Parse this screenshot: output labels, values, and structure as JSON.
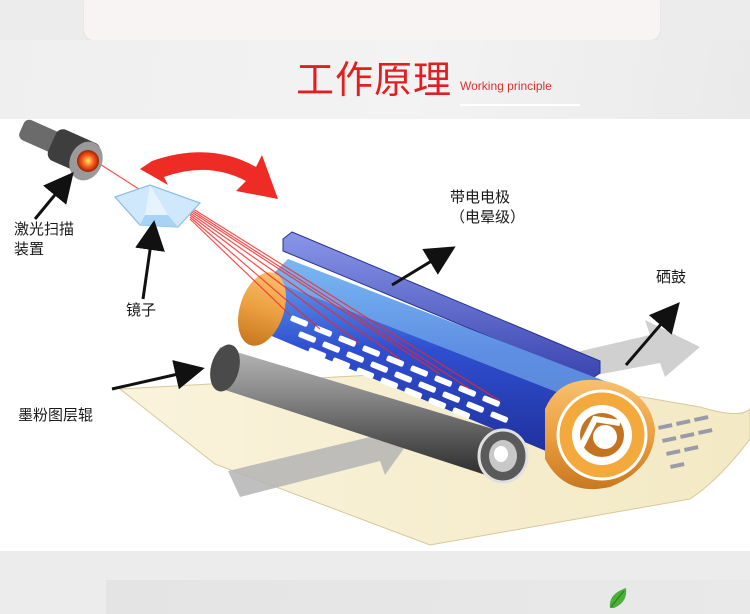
{
  "title": {
    "chinese": "工作原理",
    "english": "Working principle"
  },
  "labels": {
    "laser_line1": "激光扫描",
    "laser_line2": "装置",
    "mirror": "镜子",
    "charger_line1": "带电电极",
    "charger_line2": "（电晕级）",
    "drum": "硒鼓",
    "toner_roller": "墨粉图层辊"
  },
  "colors": {
    "title_red": "#e02020",
    "laser_red": "#ff2020",
    "drum_orange": "#f0a040",
    "drum_blue": "#3050d0",
    "roller_gray": "#707070",
    "charger_blue": "#4a58c8"
  },
  "icons": [
    "laser-scanner-icon",
    "mirror-icon",
    "rotation-arrow-icon",
    "leaf-icon"
  ]
}
